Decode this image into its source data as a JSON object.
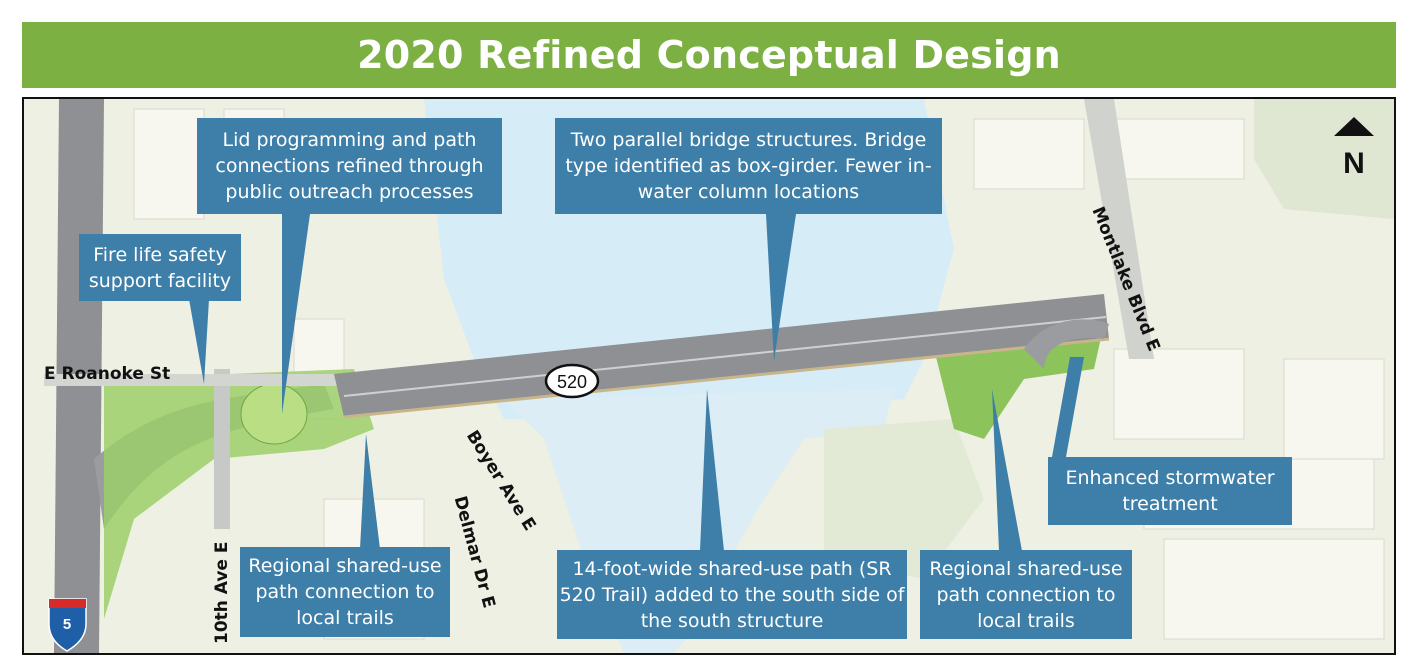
{
  "header": {
    "title": "2020 Refined Conceptual Design"
  },
  "colors": {
    "header_bg": "#7cb043",
    "callout_bg": "#3d7fa8",
    "water": "#d6ecf6",
    "highway": "#8e9093",
    "park": "#9ccf6a"
  },
  "callouts": [
    {
      "text": "Fire life safety support facility"
    },
    {
      "text": "Lid programming and path connections refined through public outreach processes"
    },
    {
      "text": "Two parallel bridge structures. Bridge type identified as box-girder. Fewer in-water column locations"
    },
    {
      "text": "Enhanced stormwater treatment"
    },
    {
      "text": "Regional shared-use path connection to local trails"
    },
    {
      "text": "14-foot-wide shared-use path (SR 520 Trail) added to the south side of the south structure"
    },
    {
      "text": "Regional shared-use path connection to local trails"
    }
  ],
  "roads": {
    "roanoke": "E Roanoke St",
    "tenth": "10th Ave E",
    "delmar": "Delmar Dr E",
    "boyer": "Boyer Ave E",
    "montlake": "Montlake Blvd E"
  },
  "shields": {
    "sr": "520",
    "interstate": "5"
  },
  "north": {
    "label": "N",
    "icon": "north-arrow-icon"
  }
}
